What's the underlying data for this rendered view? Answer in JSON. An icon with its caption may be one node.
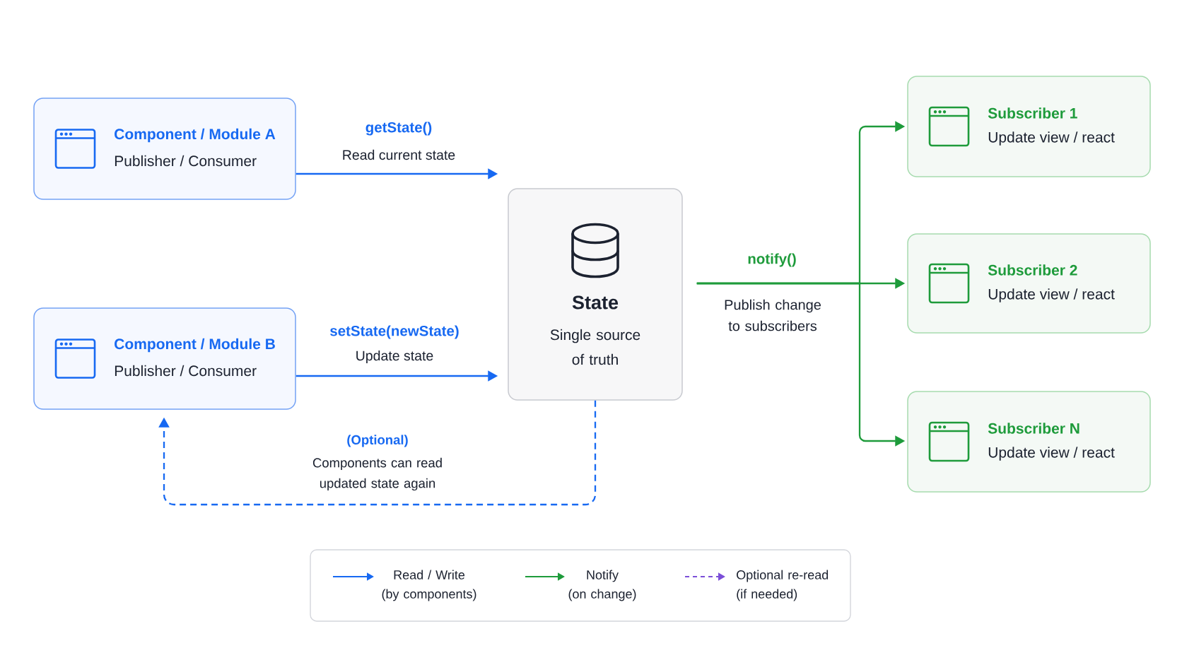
{
  "diagram": {
    "nodes": [
      {
        "text": [
          "Component / Module A",
          "Publisher / Consumer"
        ]
      },
      {
        "text": [
          "Component / Module B",
          "Publisher / Consumer"
        ]
      },
      {
        "text": [
          "State",
          "Single source of truth"
        ]
      },
      {
        "text": [
          "Subscriber 1",
          "Update view / react"
        ]
      },
      {
        "text": [
          "Subscriber 2",
          "Update view / react"
        ]
      },
      {
        "text": [
          "Subscriber N",
          "Update view / react"
        ]
      }
    ],
    "edges": [
      {
        "from": 0,
        "to": 2,
        "arrow": "to",
        "label": "getState()"
      },
      {
        "from": 1,
        "to": 2,
        "arrow": "to",
        "label": "setState(newState)"
      },
      {
        "from": 2,
        "to": 3,
        "arrow": "to",
        "color": "#1e9b3b"
      },
      {
        "from": 2,
        "to": 4,
        "arrow": "to",
        "label": "notify()",
        "color": "#1e9b3b"
      },
      {
        "from": 2,
        "to": 5,
        "arrow": "to",
        "color": "#1e9b3b"
      },
      {
        "from": 2,
        "to": 1,
        "arrow": "to",
        "label": "(Optional)",
        "style": "dashed"
      }
    ],
    "labels": [
      "Read current state",
      "Publish change to subscribers",
      "Update state",
      "Components can read updated state again"
    ],
    "legend": [
      {
        "text": "Read / Write (by components)"
      },
      {
        "text": "Notify (on change)"
      },
      {
        "text": "Optional re-read (if needed)"
      }
    ]
  }
}
